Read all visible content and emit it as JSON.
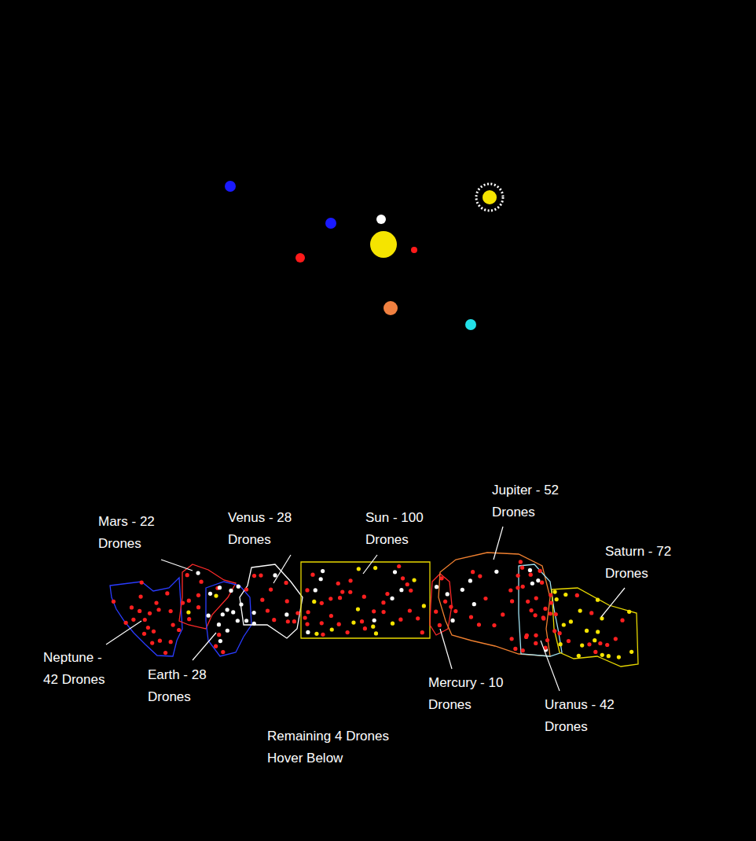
{
  "diagram": {
    "labels": [
      "Jupiter - 52 Drones",
      "Mars - 22 Drones",
      "Venus - 28 Drones",
      "Sun - 100 Drones",
      "Saturn - 72 Drones",
      "Neptune - 42 Drones",
      "Earth - 28 Drones",
      "Mercury - 10 Drones",
      "Uranus - 42 Drones",
      "Remaining 4 Drones Hover Below"
    ]
  }
}
